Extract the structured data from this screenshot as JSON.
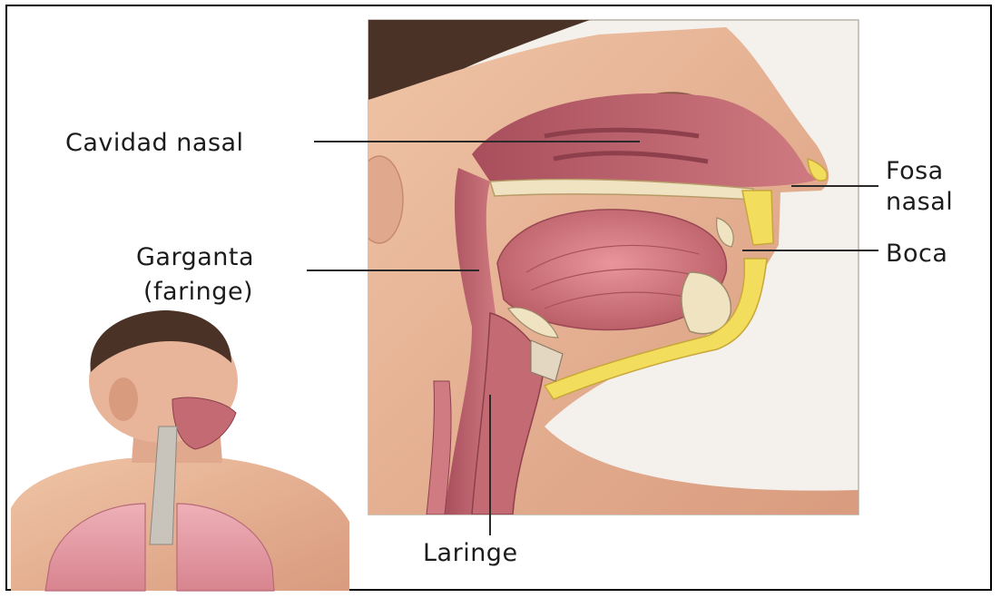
{
  "labels": {
    "nasal_cavity": "Cavidad nasal",
    "nostril_line1": "Fosa",
    "nostril_line2": "nasal",
    "throat_line1": "Garganta",
    "throat_line2": "(faringe)",
    "mouth": "Boca",
    "larynx": "Laringe"
  },
  "colors": {
    "skin": "#e8b59a",
    "tissue": "#c46a72",
    "tongue": "#d67f80",
    "fat": "#f2dd5c",
    "bone": "#efe3c2",
    "lung": "#e6a3ad",
    "hair": "#4a3326",
    "line": "#2a2a2a"
  }
}
